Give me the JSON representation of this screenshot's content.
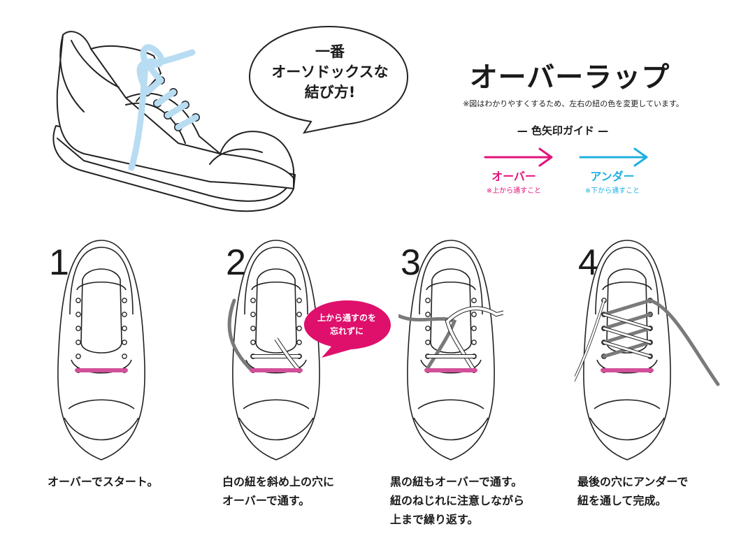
{
  "bubble": {
    "lines": [
      "一番",
      "オーソドックスな",
      "結び方!"
    ]
  },
  "header": {
    "title": "オーバーラップ",
    "note": "※図はわかりやすくするため、左右の紐の色を変更しています。",
    "guide_title": "— 色矢印ガイド —"
  },
  "legend": {
    "over": {
      "label": "オーバー",
      "sub": "※上から通すこと",
      "color": "#e2127a"
    },
    "under": {
      "label": "アンダー",
      "sub": "※下から通すこと",
      "color": "#1fb0e0"
    }
  },
  "colors": {
    "hero_lace": "#b8dcf2",
    "pink_lace": "#d2509a",
    "dark_lace": "#7a7a7a",
    "callout": "#df0f6c"
  },
  "callout": {
    "lines": [
      "上から通すのを",
      "忘れずに"
    ]
  },
  "steps": [
    {
      "number": "1",
      "caption": [
        "オーバーでスタート。"
      ]
    },
    {
      "number": "2",
      "caption": [
        "白の紐を斜め上の穴に",
        "オーバーで通す。"
      ]
    },
    {
      "number": "3",
      "caption": [
        "黒の紐もオーバーで通す。",
        "紐のねじれに注意しながら",
        "上まで繰り返す。"
      ]
    },
    {
      "number": "4",
      "caption": [
        "最後の穴にアンダーで",
        "紐を通して完成。"
      ]
    }
  ]
}
